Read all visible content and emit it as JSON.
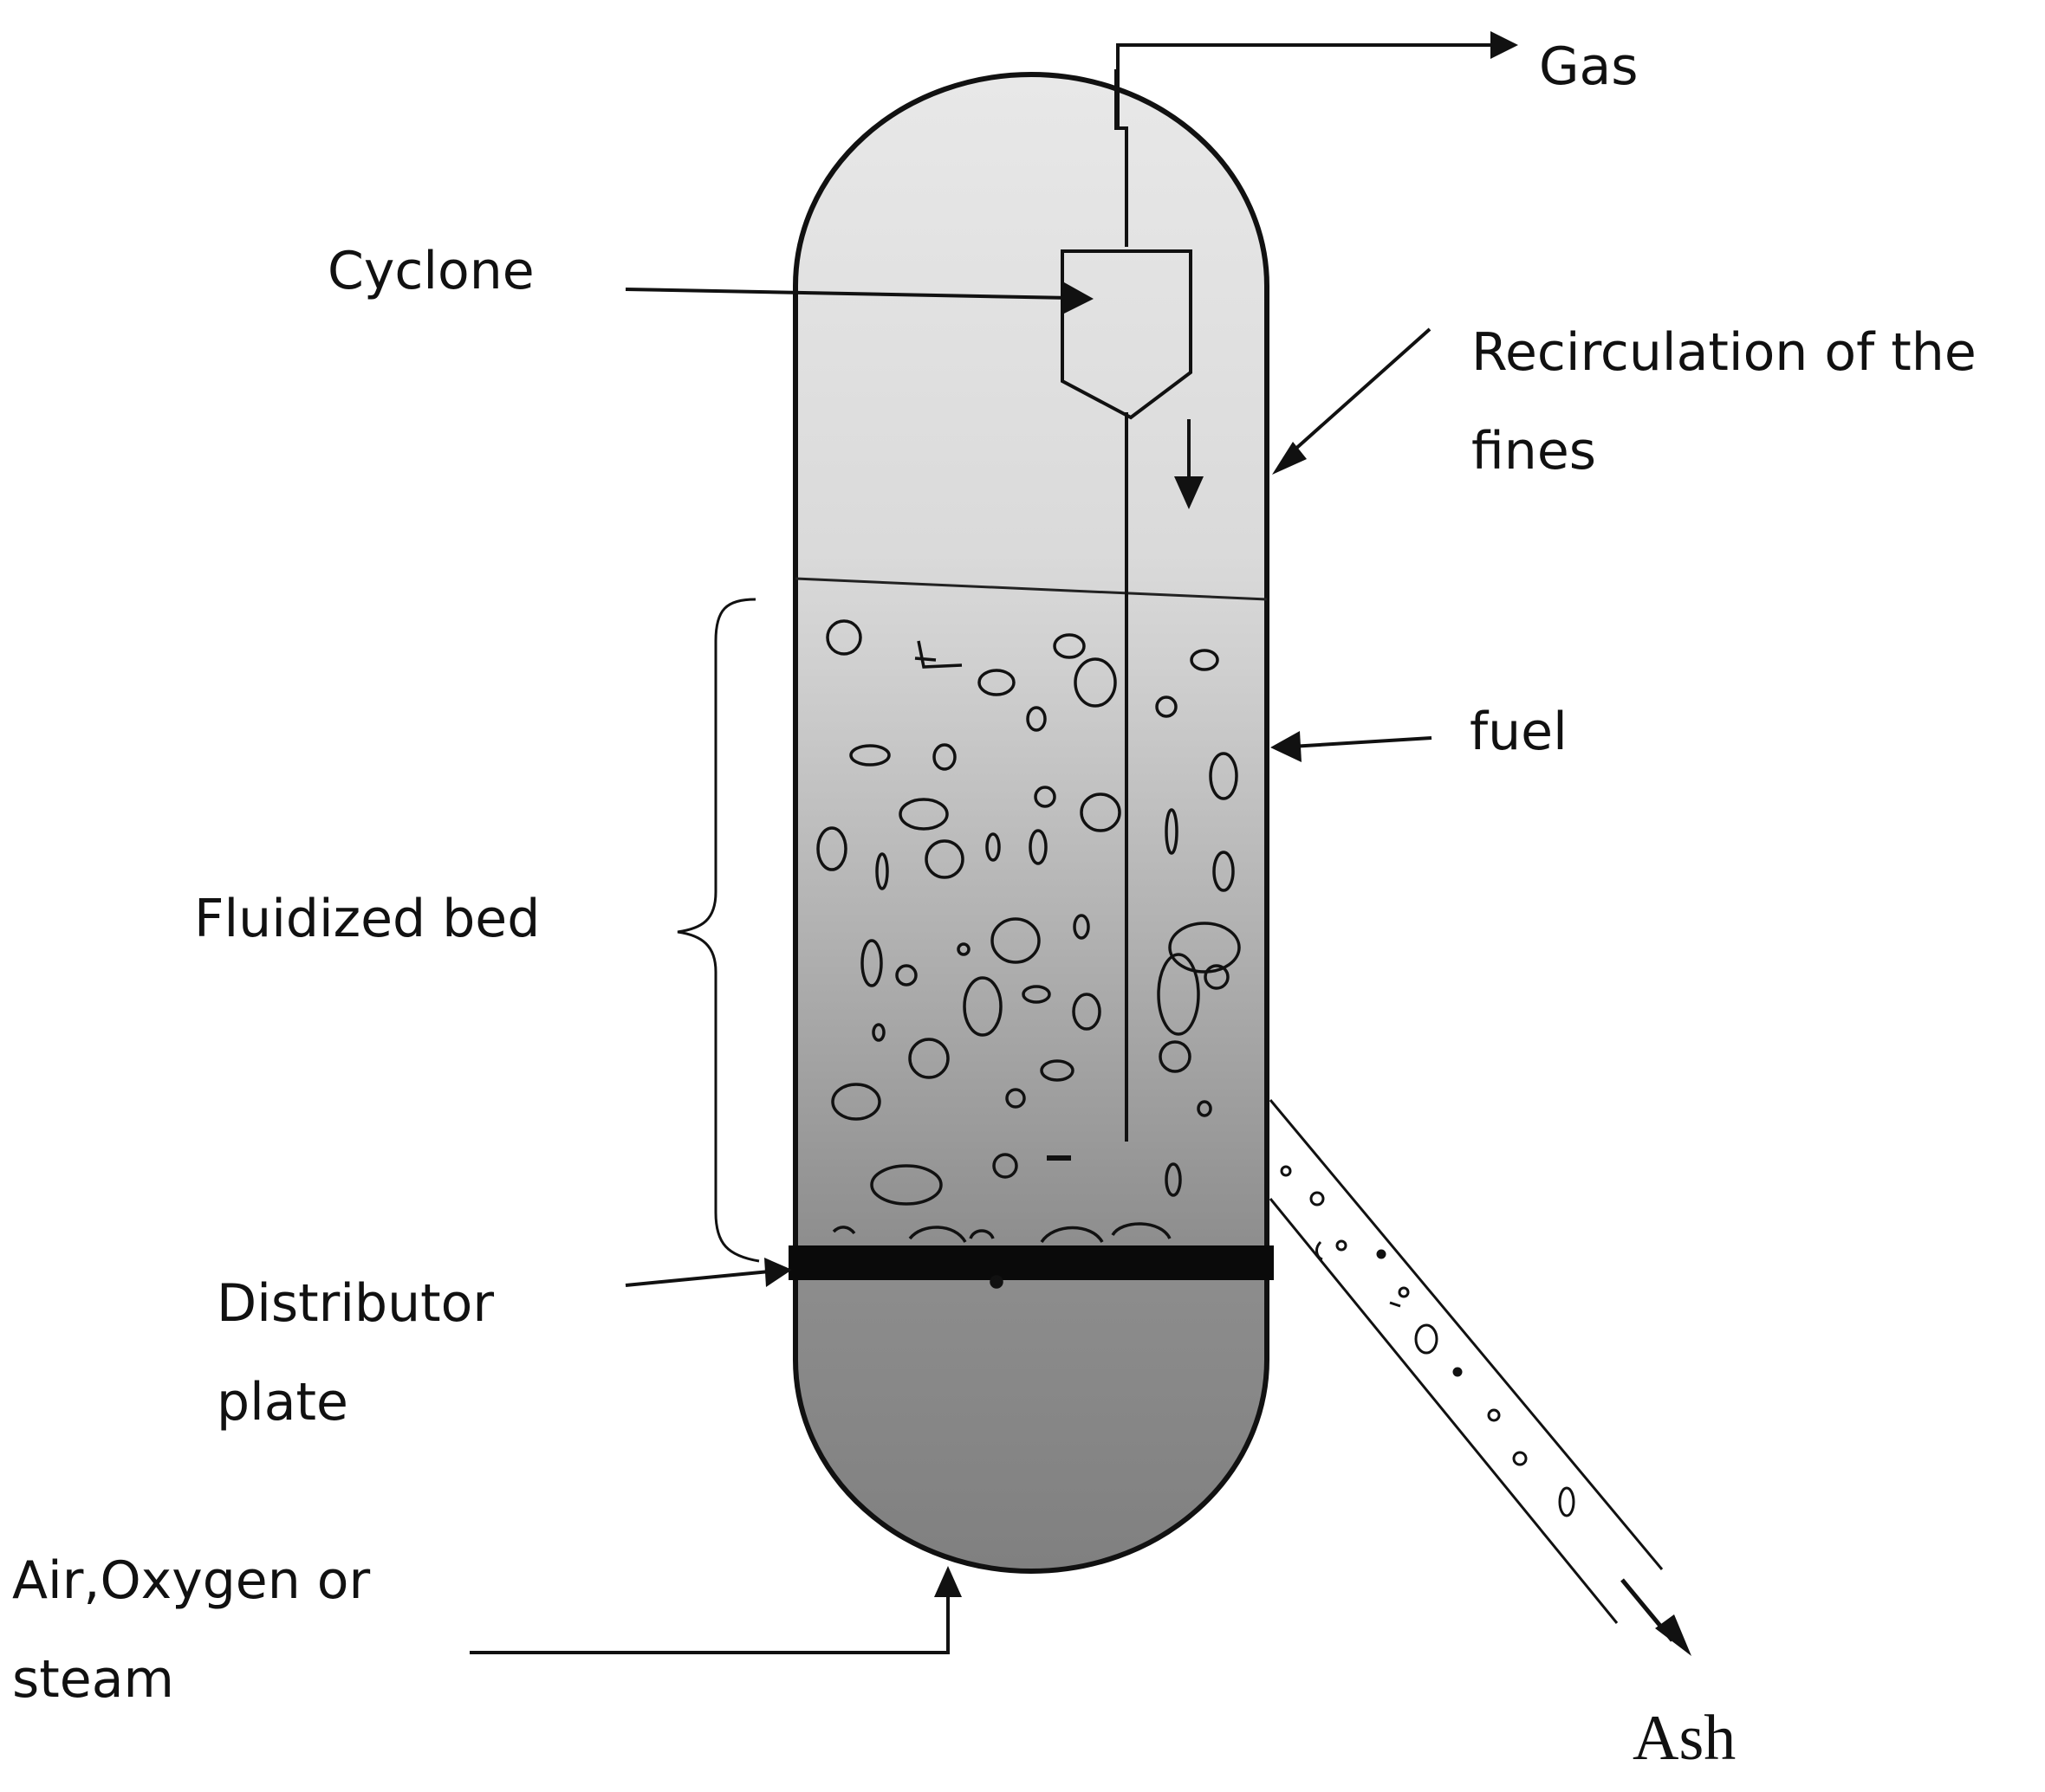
{
  "labels": {
    "gas": "Gas",
    "cyclone": "Cyclone",
    "recirculation_line1": "Recirculation of the",
    "recirculation_line2": "fines",
    "fuel": "fuel",
    "fluidized_bed": "Fluidized bed",
    "distributor_line1": "Distributor",
    "distributor_line2": "plate",
    "air_line1": "Air,Oxygen or",
    "air_line2": "steam",
    "ash": "Ash"
  },
  "colors": {
    "vessel_top": "#e6e6e6",
    "vessel_mid": "#c8c8c8",
    "vessel_bottom": "#8a8a8a",
    "line": "#111111"
  }
}
